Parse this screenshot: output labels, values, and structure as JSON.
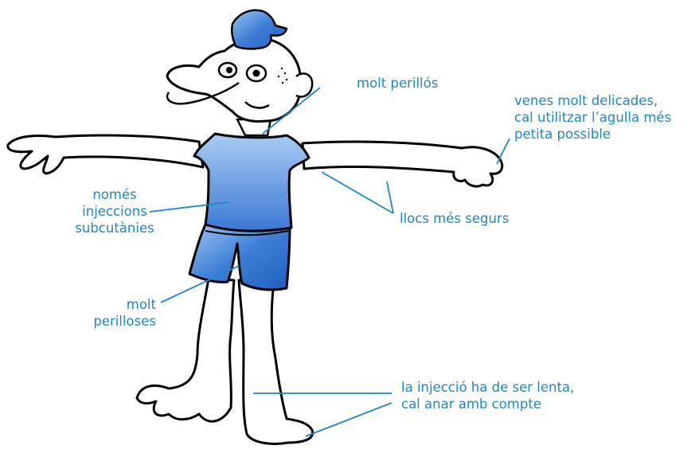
{
  "colors": {
    "accent": "#1f86c8",
    "outline": "#000000",
    "clothing": "#3d7fd6"
  },
  "labels": {
    "neck": "molt perillós",
    "hand": [
      "venes molt delicades,",
      "cal utilitzar l’agulla més",
      "petita possible"
    ],
    "arm": "llocs més segurs",
    "torso": [
      "només",
      "injeccions",
      "subcutànies"
    ],
    "groin": [
      "molt",
      "perilloses"
    ],
    "leg": [
      "la injecció ha de ser lenta,",
      "cal anar amb compte"
    ]
  }
}
